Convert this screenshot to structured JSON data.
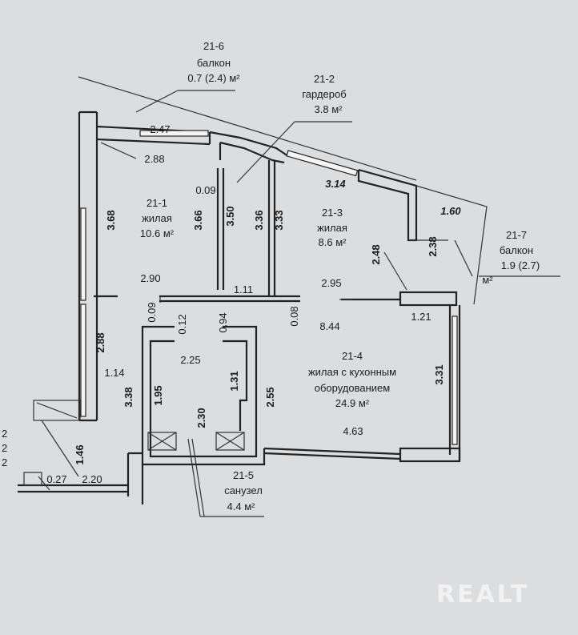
{
  "rooms": {
    "r21_6": {
      "number": "21-6",
      "name": "балкон",
      "area": "0.7 (2.4) м²"
    },
    "r21_2": {
      "number": "21-2",
      "name": "гардероб",
      "area": "3.8 м²"
    },
    "r21_1": {
      "number": "21-1",
      "name": "жилая",
      "area": "10.6 м²"
    },
    "r21_3": {
      "number": "21-3",
      "name": "жилая",
      "area": "8.6 м²"
    },
    "r21_7": {
      "number": "21-7",
      "name": "балкон",
      "area": "1.9 (2.7)",
      "area_unit": "м²"
    },
    "r21_4": {
      "number": "21-4",
      "name_line1": "жилая с кухонным",
      "name_line2": "оборудованием",
      "area": "24.9 м²"
    },
    "r21_5": {
      "number": "21-5",
      "name": "санузел",
      "area": "4.4 м²"
    }
  },
  "dims": {
    "d_2_47": "2.47",
    "d_2_88_top": "2.88",
    "d_3_14": "3.14",
    "d_1_60": "1.60",
    "d_0_09_a": "0.09",
    "d_3_68": "3.68",
    "d_3_66": "3.66",
    "d_3_50": "3.50",
    "d_3_36": "3.36",
    "d_3_33": "3.33",
    "d_2_48": "2.48",
    "d_2_38": "2.38",
    "d_2_90": "2.90",
    "d_1_11": "1.11",
    "d_2_95": "2.95",
    "d_0_09_b": "0.09",
    "d_0_12": "0.12",
    "d_0_94": "0.94",
    "d_0_08": "0.08",
    "d_8_44": "8.44",
    "d_1_21": "1.21",
    "d_2_88_left": "2.88",
    "d_2_25": "2.25",
    "d_1_14": "1.14",
    "d_1_31": "1.31",
    "d_1_95": "1.95",
    "d_3_38": "3.38",
    "d_2_55": "2.55",
    "d_3_31": "3.31",
    "d_2_30": "2.30",
    "d_4_63": "4.63",
    "d_1_46": "1.46",
    "d_0_27": "0.27",
    "d_2_20": "2.20"
  },
  "edge_marks": [
    "2",
    "2",
    "2"
  ],
  "watermark": "REALT"
}
